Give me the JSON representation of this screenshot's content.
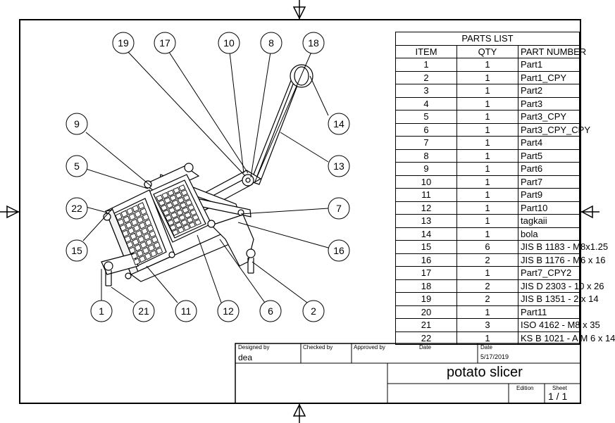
{
  "balloons": [
    "19",
    "17",
    "10",
    "8",
    "18",
    "14",
    "9",
    "13",
    "5",
    "22",
    "7",
    "15",
    "16",
    "1",
    "21",
    "11",
    "12",
    "6",
    "2"
  ],
  "parts_list": {
    "title": "PARTS LIST",
    "headers": {
      "item": "ITEM",
      "qty": "QTY",
      "part": "PART NUMBER"
    },
    "rows": [
      {
        "item": "1",
        "qty": "1",
        "part": "Part1"
      },
      {
        "item": "2",
        "qty": "1",
        "part": "Part1_CPY"
      },
      {
        "item": "3",
        "qty": "1",
        "part": "Part2"
      },
      {
        "item": "4",
        "qty": "1",
        "part": "Part3"
      },
      {
        "item": "5",
        "qty": "1",
        "part": "Part3_CPY"
      },
      {
        "item": "6",
        "qty": "1",
        "part": "Part3_CPY_CPY"
      },
      {
        "item": "7",
        "qty": "1",
        "part": "Part4"
      },
      {
        "item": "8",
        "qty": "1",
        "part": "Part5"
      },
      {
        "item": "9",
        "qty": "1",
        "part": "Part6"
      },
      {
        "item": "10",
        "qty": "1",
        "part": "Part7"
      },
      {
        "item": "11",
        "qty": "1",
        "part": "Part9"
      },
      {
        "item": "12",
        "qty": "1",
        "part": "Part10"
      },
      {
        "item": "13",
        "qty": "1",
        "part": "tagkaii"
      },
      {
        "item": "14",
        "qty": "1",
        "part": "bola"
      },
      {
        "item": "15",
        "qty": "6",
        "part": "JIS B 1183 - M8x1.25"
      },
      {
        "item": "16",
        "qty": "2",
        "part": "JIS B 1176 - M6 x 16"
      },
      {
        "item": "17",
        "qty": "1",
        "part": "Part7_CPY2"
      },
      {
        "item": "18",
        "qty": "2",
        "part": "JIS D 2303  - 10 x 26"
      },
      {
        "item": "19",
        "qty": "2",
        "part": "JIS B 1351 - 2 x 14"
      },
      {
        "item": "20",
        "qty": "1",
        "part": "Part11"
      },
      {
        "item": "21",
        "qty": "3",
        "part": "ISO 4162 - M8 x 35"
      },
      {
        "item": "22",
        "qty": "1",
        "part": "KS B 1021 - A  M 6 x 14"
      }
    ]
  },
  "title_block": {
    "designed_by_label": "Designed by",
    "designed_by": "dea",
    "checked_by_label": "Checked by",
    "approved_by_label": "Approved by",
    "date_label_1": "Date",
    "date_label_2": "Date",
    "date": "5/17/2019",
    "title": "potato slicer",
    "edition_label": "Edition",
    "sheet_label": "Sheet",
    "sheet": "1 / 1"
  }
}
